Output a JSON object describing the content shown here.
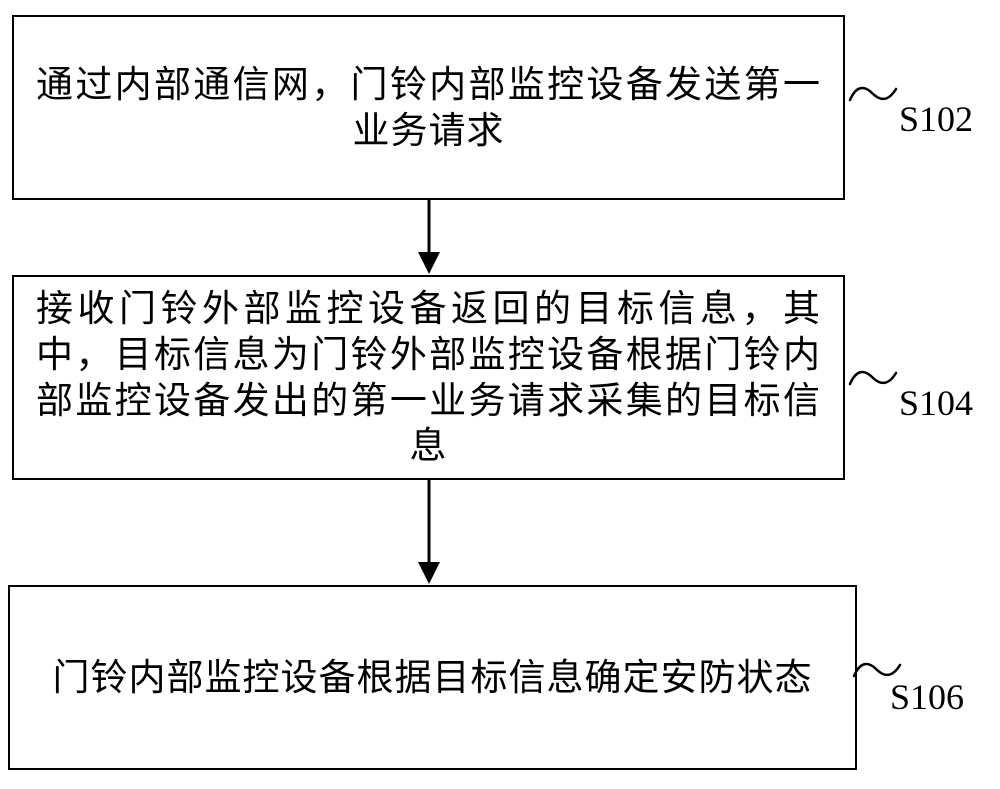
{
  "figure": {
    "type": "flowchart",
    "background_color": "#ffffff",
    "line_color": "#000000",
    "text_color": "#000000"
  },
  "steps": [
    {
      "id": "S102",
      "text": "通过内部通信网，门铃内部监控设备发送第一业务请求"
    },
    {
      "id": "S104",
      "text": "接收门铃外部监控设备返回的目标信息，其中，目标信息为门铃外部监控设备根据门铃内部监控设备发出的第一业务请求采集的目标信息"
    },
    {
      "id": "S106",
      "text": "门铃内部监控设备根据目标信息确定安防状态"
    }
  ]
}
